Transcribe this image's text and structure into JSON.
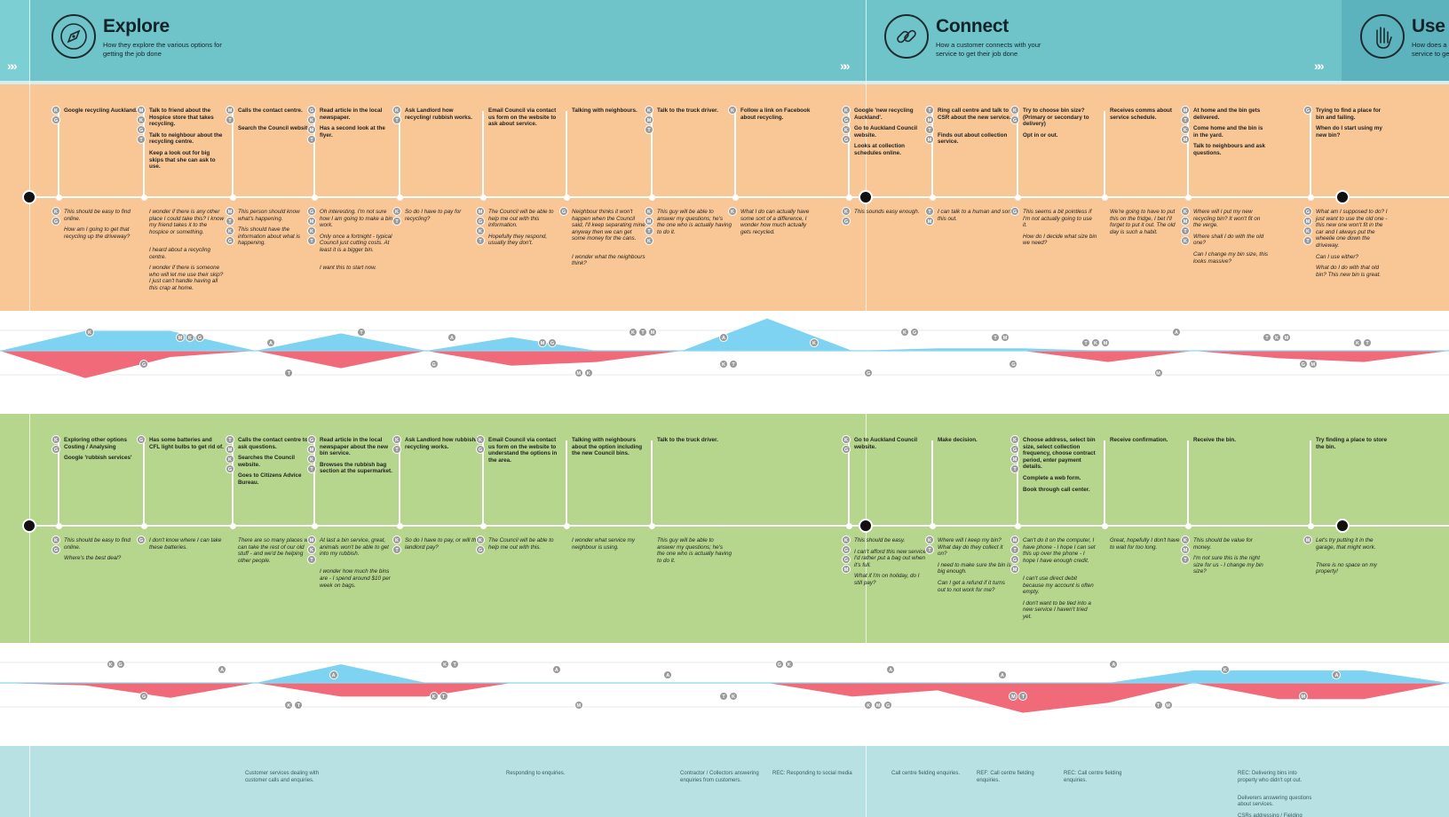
{
  "phases": [
    {
      "title": "Explore",
      "subtitle": "How they explore the various options for getting the job done",
      "icon": "compass-icon"
    },
    {
      "title": "Connect",
      "subtitle": "How a customer connects with your service to get their job done",
      "icon": "link-icon"
    },
    {
      "title": "Use",
      "subtitle": "How does a cu service to get",
      "icon": "hand-icon"
    }
  ],
  "chevrons": "»»",
  "colors": {
    "header": "#6fc4c9",
    "orange": "#f9c796",
    "green": "#b5d68c",
    "footer": "#b8e1e4",
    "positive": "#7fd3f2",
    "negative": "#f06a7a"
  },
  "orange": {
    "steps": [
      {
        "lines": [
          "Google recycling Auckland."
        ],
        "avatars": [
          "K",
          "G"
        ]
      },
      {
        "lines": [
          "Talk to friend about the Hospice store that takes recycling.",
          "Talk to neighbour about the recycling centre.",
          "Keep a look out for big skips that she can ask to use."
        ],
        "avatars": [
          "M",
          "K",
          "G",
          "T"
        ]
      },
      {
        "lines": [
          "Calls the contact centre.",
          "Search the Council website."
        ],
        "avatars": [
          "M",
          "T"
        ]
      },
      {
        "lines": [
          "Read article in the local newspaper.",
          "Has a second look at the flyer."
        ],
        "avatars": [
          "G",
          "K",
          "M",
          "T"
        ]
      },
      {
        "lines": [
          "Ask Landlord how recycling/ rubbish works."
        ],
        "avatars": [
          "K",
          "T"
        ]
      },
      {
        "lines": [
          "Email Council via contact us form on the website to ask about service."
        ],
        "avatars": []
      },
      {
        "lines": [
          "Talking with neighbours."
        ],
        "avatars": []
      },
      {
        "lines": [
          "Talk to the truck driver."
        ],
        "avatars": [
          "K",
          "M",
          "T"
        ]
      },
      {
        "lines": [
          "Follow a link on Facebook about recycling."
        ],
        "avatars": [
          "K"
        ]
      },
      {
        "lines": [
          "Google 'new recycling Auckland'.",
          "Go to Auckland Council website.",
          "Looks at collection schedules online."
        ],
        "avatars": [
          "K",
          "G",
          "K",
          "G"
        ]
      },
      {
        "lines": [
          "Ring call centre and talk to CSR about the new service.",
          "Finds out about collection service."
        ],
        "avatars": [
          "T",
          "M",
          "T",
          "M"
        ]
      },
      {
        "lines": [
          "Try to choose bin size? (Primary or secondary to delivery)",
          "Opt in or out."
        ],
        "avatars": [
          "K",
          "G"
        ]
      },
      {
        "lines": [
          "Receives comms about service schedule."
        ],
        "avatars": []
      },
      {
        "lines": [
          "At home and the bin gets delivered.",
          "Come home and the bin is in the yard.",
          "Talk to neighbours and ask questions."
        ],
        "avatars": [
          "M",
          "T",
          "K",
          "M"
        ]
      },
      {
        "lines": [
          "Trying to find a place for bin and failing.",
          "When do I start using my new bin?"
        ],
        "avatars": [
          "G"
        ]
      }
    ],
    "thoughts": [
      {
        "lines": [
          "This should be easy to find online.",
          "How am I going to get that recycling up the driveway?"
        ],
        "avatars": [
          "K",
          "G"
        ]
      },
      {
        "lines": [
          "I wonder if there is any other place I could take this? I know my friend takes it to the hospice or something.",
          "I heard about a recycling centre.",
          "I wonder if there is someone who will let me use their skip? I just can't handle having all this crap at home."
        ],
        "avatars": []
      },
      {
        "lines": [
          "This person should know what's happening.",
          "This should have the information about what is happening."
        ],
        "avatars": [
          "M",
          "T",
          "K",
          "G"
        ]
      },
      {
        "lines": [
          "Oh interesting. I'm not sure how I am going to make a bin work.",
          "Only once a fortnight - typical Council just cutting costs. At least it is a bigger bin.",
          "I want this to start now."
        ],
        "avatars": [
          "G",
          "M",
          "K",
          "T"
        ]
      },
      {
        "lines": [
          "So do I have to pay for recycling?"
        ],
        "avatars": [
          "K",
          "T"
        ]
      },
      {
        "lines": [
          "The Council will be able to help me out with this information.",
          "Hopefully they respond, usually they don't."
        ],
        "avatars": [
          "M",
          "G",
          "K",
          "T"
        ]
      },
      {
        "lines": [
          "Neighbour thinks it won't happen when the Council said, I'll keep separating mine anyway then we can get some money for the cans.",
          "I wonder what the neighbours think?"
        ],
        "avatars": [
          "G"
        ]
      },
      {
        "lines": [
          "This guy will be able to answer my questions; he's the one who is actually having to do it."
        ],
        "avatars": [
          "K",
          "M",
          "T",
          "K"
        ]
      },
      {
        "lines": [
          "What I do can actually have some sort of a difference, I wonder how much actually gets recycled."
        ],
        "avatars": [
          "K"
        ]
      },
      {
        "lines": [
          "This sounds easy enough."
        ],
        "avatars": [
          "K",
          "G"
        ]
      },
      {
        "lines": [
          "I can talk to a human and sort this out."
        ],
        "avatars": [
          "T",
          "M"
        ]
      },
      {
        "lines": [
          "This seems a bit pointless if I'm not actually going to use it.",
          "How do I decide what size bin we need?"
        ],
        "avatars": [
          "G"
        ]
      },
      {
        "lines": [
          "We're going to have to put this on the fridge, I bet I'll forget to put it out. The old day is such a habit."
        ],
        "avatars": []
      },
      {
        "lines": [
          "Where will I put my new recycling bin? It won't fit on the verge.",
          "Where shall I do with the old one?",
          "Can I change my bin size, this looks massive?"
        ],
        "avatars": [
          "K",
          "M",
          "T",
          "K",
          "M"
        ]
      },
      {
        "lines": [
          "What am I supposed to do? I just want to use the old one - this new one won't fit in the car and I always put the wheelie one down the driveway.",
          "Can I use either?",
          "What do I do with that old bin? This new bin is great."
        ],
        "avatars": [
          "G",
          "M",
          "K",
          "T"
        ]
      }
    ]
  },
  "green": {
    "steps": [
      {
        "lines": [
          "Exploring other options Costing / Analysing",
          "Google 'rubbish services'"
        ],
        "avatars": [
          "K",
          "G"
        ]
      },
      {
        "lines": [
          "Has some batteries and CFL light bulbs to get rid of."
        ],
        "avatars": [
          "G"
        ]
      },
      {
        "lines": [
          "Calls the contact centre to ask questions.",
          "Searches the Council website.",
          "Goes to Citizens Advice Bureau."
        ],
        "avatars": [
          "T",
          "M",
          "K",
          "G"
        ]
      },
      {
        "lines": [
          "Read article in the local newspaper about the new bin service.",
          "Browses the rubbish bag section at the supermarket."
        ],
        "avatars": [
          "G",
          "M",
          "K",
          "T"
        ]
      },
      {
        "lines": [
          "Ask Landlord how rubbish/ recycling works."
        ],
        "avatars": [
          "K",
          "T"
        ]
      },
      {
        "lines": [
          "Email Council via contact us form on the website to understand the options in the area."
        ],
        "avatars": [
          "K",
          "G"
        ]
      },
      {
        "lines": [
          "Talking with neighbours about the option including the new Council bins."
        ],
        "avatars": []
      },
      {
        "lines": [
          "Talk to the truck driver."
        ],
        "avatars": []
      },
      {
        "lines": [
          "Go to Auckland Council website."
        ],
        "avatars": [
          "K",
          "G"
        ]
      },
      {
        "lines": [
          "Make decision."
        ],
        "avatars": []
      },
      {
        "lines": [
          "Choose address, select bin size, select collection frequency, choose contract period, enter payment details.",
          "Complete a web form.",
          "Book through call center."
        ],
        "avatars": [
          "K",
          "G",
          "M",
          "T"
        ]
      },
      {
        "lines": [
          "Receive confirmation."
        ],
        "avatars": []
      },
      {
        "lines": [
          "Receive the bin."
        ],
        "avatars": []
      },
      {
        "lines": [
          "Try finding a place to store the bin."
        ],
        "avatars": []
      }
    ],
    "thoughts": [
      {
        "lines": [
          "This should be easy to find online.",
          "Where's the best deal?"
        ],
        "avatars": [
          "K",
          "G"
        ]
      },
      {
        "lines": [
          "I don't know where I can take these batteries."
        ],
        "avatars": [
          "G"
        ]
      },
      {
        "lines": [
          "There are so many places we can take the rest of our old stuff - and we'd be helping other people."
        ],
        "avatars": []
      },
      {
        "lines": [
          "At last a bin service, great, animals won't be able to get into my rubbish.",
          "I wonder how much the bins are - I spend around $10 per week on bags."
        ],
        "avatars": [
          "M",
          "K",
          "T"
        ]
      },
      {
        "lines": [
          "So do I have to pay, or will the landlord pay?"
        ],
        "avatars": [
          "K",
          "T"
        ]
      },
      {
        "lines": [
          "The Council will be able to help me out with this."
        ],
        "avatars": [
          "K",
          "G"
        ]
      },
      {
        "lines": [
          "I wonder what service my neighbour is using."
        ],
        "avatars": []
      },
      {
        "lines": [
          "This guy will be able to answer my questions; he's the one who is actually having to do it."
        ],
        "avatars": []
      },
      {
        "lines": [
          "This should be easy.",
          "I can't afford this new service I'd rather put a bag out when it's full.",
          "What if I'm on holiday, do I still pay?"
        ],
        "avatars": [
          "K",
          "G",
          "G",
          "M"
        ]
      },
      {
        "lines": [
          "Where will I keep my bin? What day do they collect it on?",
          "I need to make sure the bin is big enough.",
          "Can I get a refund if it turns out to not work for me?"
        ],
        "avatars": [
          "K",
          "T"
        ]
      },
      {
        "lines": [
          "Can't do it on the computer, I have phone - I hope I can set this up over the phone - I hope I have enough credit.",
          "I can't use direct debit because my account is often empty.",
          "I don't want to be tied into a new service I haven't tried yet."
        ],
        "avatars": [
          "M",
          "T",
          "G",
          "M",
          "K"
        ]
      },
      {
        "lines": [
          "Great, hopefully I don't have to wait for too long."
        ],
        "avatars": []
      },
      {
        "lines": [
          "This should be value for money.",
          "I'm not sure this is the right size for us - I change my bin size?"
        ],
        "avatars": [
          "K",
          "M",
          "T"
        ]
      },
      {
        "lines": [
          "Let's try putting it in the garage, that might work.",
          "There is no space on my property!"
        ],
        "avatars": [
          "M"
        ]
      }
    ]
  },
  "footer": [
    {
      "lines": [
        "Customer services dealing with customer calls and enquiries."
      ]
    },
    {
      "lines": [
        "Responding to enquiries."
      ]
    },
    {
      "lines": [
        "Contractor / Collectors answering enquiries from customers."
      ]
    },
    {
      "lines": [
        "REC: Responding to social media"
      ]
    },
    {
      "lines": [
        "Call centre fielding enquiries."
      ]
    },
    {
      "lines": [
        "REF: Call centre fielding enquiries."
      ]
    },
    {
      "lines": [
        "REC: Call centre fielding enquiries."
      ]
    },
    {
      "lines": [
        "REC: Delivering bins into property who didn't opt out.",
        "Deliverers answering questions about services.",
        "CSRs addressing / Fielding enquiries complaints."
      ]
    }
  ],
  "wave1": {
    "points": [
      0,
      1.6,
      1.6,
      0,
      1.4,
      0,
      1.1,
      -0.2,
      0,
      2.6,
      0,
      0.2,
      0.2,
      -0.4,
      0,
      -0.2,
      -0.1,
      0
    ],
    "negatives": [
      0,
      -2.2,
      -0.5,
      0,
      -1.4,
      0,
      -1.2,
      -0.9,
      0,
      0,
      0,
      0,
      0,
      -0.9,
      0,
      -0.6,
      -0.9,
      0
    ],
    "node_labels": [
      [
        "K"
      ],
      [
        "M",
        "K",
        "G"
      ],
      [
        "A"
      ],
      [
        "T"
      ],
      [
        "A"
      ],
      [
        "M",
        "G"
      ],
      [
        "K",
        "T",
        "M"
      ],
      [
        "A"
      ],
      [
        "K"
      ],
      [
        "K",
        "G"
      ],
      [
        "T",
        "M"
      ],
      [
        "T",
        "K",
        "M"
      ],
      [
        "A"
      ],
      [
        "T",
        "K",
        "M"
      ],
      [
        "K",
        "T"
      ]
    ],
    "neg_labels": [
      [
        "G"
      ],
      [
        "T"
      ],
      [
        "G"
      ],
      [
        "M",
        "K"
      ],
      [
        "K",
        "T"
      ],
      [
        "G"
      ],
      [
        "G"
      ],
      [
        "M"
      ],
      [
        "G",
        "M"
      ]
    ]
  },
  "wave2": {
    "points": [
      0,
      0,
      0,
      0,
      1.5,
      0,
      0,
      0,
      0,
      0,
      0,
      0,
      0,
      0,
      1.0,
      1.0,
      1.0,
      0
    ],
    "negatives": [
      0,
      -0.2,
      -1.2,
      0,
      -1.1,
      -1.1,
      0,
      0,
      0,
      0,
      -1.1,
      -0.6,
      -2.4,
      -1.6,
      0,
      -1.3,
      -1.3,
      0
    ],
    "node_labels": [
      [
        "K",
        "G"
      ],
      [
        "A"
      ],
      [
        "A"
      ],
      [
        "K",
        "T"
      ],
      [
        "A"
      ],
      [
        "A"
      ],
      [
        "G",
        "K"
      ],
      [
        "A"
      ],
      [
        "A"
      ],
      [
        "A"
      ],
      [
        "K"
      ],
      [
        "A"
      ]
    ],
    "neg_labels": [
      [
        "G"
      ],
      [
        "K",
        "T"
      ],
      [
        "K",
        "T"
      ],
      [
        "M"
      ],
      [
        "T",
        "K"
      ],
      [
        "K",
        "M",
        "G"
      ],
      [
        "M",
        "T"
      ],
      [
        "T",
        "M"
      ],
      [
        "M"
      ]
    ]
  }
}
